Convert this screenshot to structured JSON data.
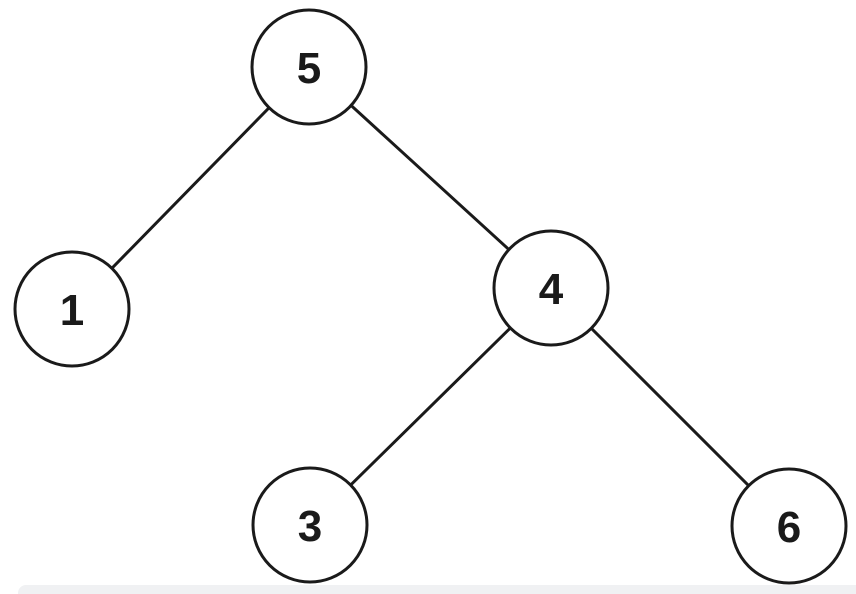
{
  "diagram": {
    "type": "binary-tree",
    "root_value": "5",
    "nodes": [
      {
        "id": "root",
        "value": "5"
      },
      {
        "id": "root-left",
        "value": "1"
      },
      {
        "id": "root-right",
        "value": "4"
      },
      {
        "id": "root-right-left",
        "value": "3"
      },
      {
        "id": "root-right-right",
        "value": "6"
      }
    ],
    "edges": [
      {
        "from": "5",
        "to": "1"
      },
      {
        "from": "5",
        "to": "4"
      },
      {
        "from": "4",
        "to": "3"
      },
      {
        "from": "4",
        "to": "6"
      }
    ]
  },
  "colors": {
    "background": "#ffffff",
    "node_fill": "#ffffff",
    "node_stroke": "#1a1a1a",
    "edge_stroke": "#1a1a1a",
    "label_color": "#1a1a1a",
    "bottom_bar": "#f0f1f3"
  }
}
